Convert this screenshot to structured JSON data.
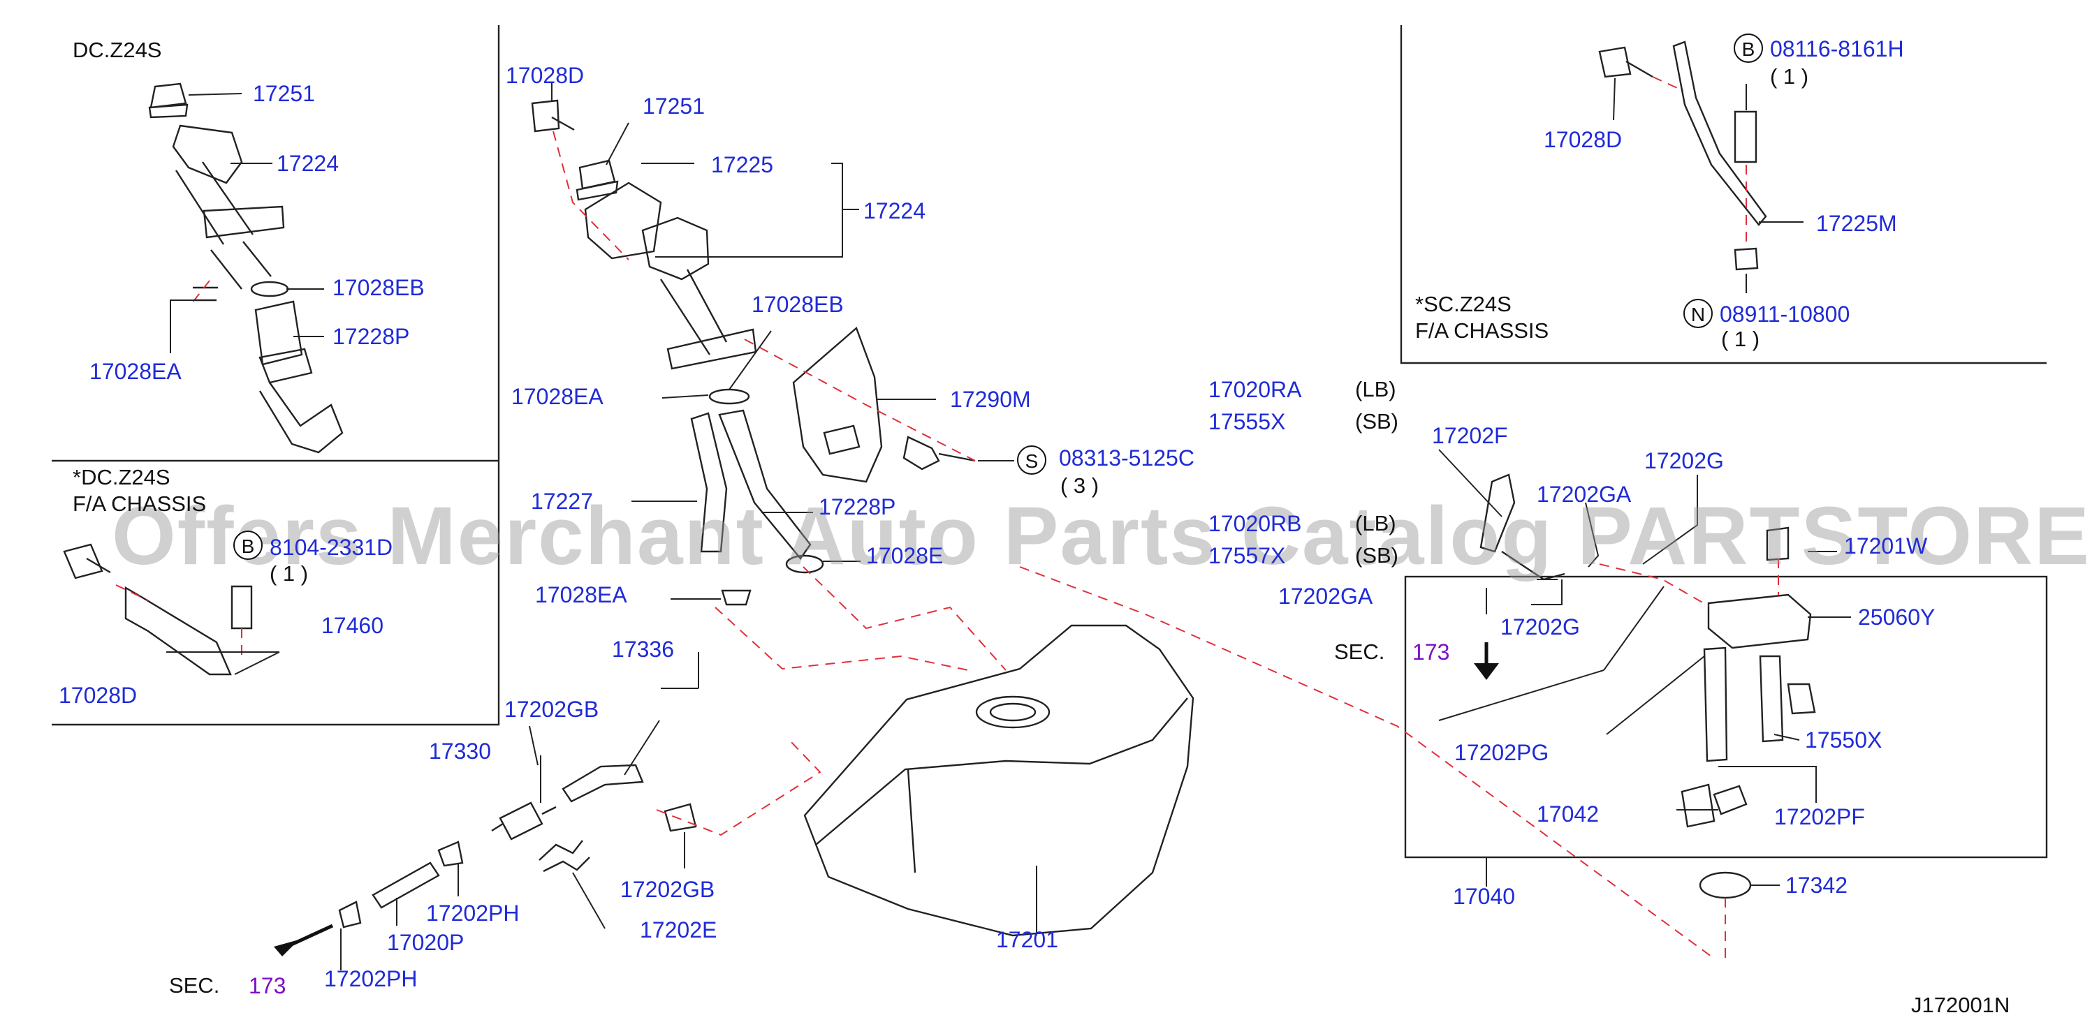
{
  "colors": {
    "part_number": "#1f2bd6",
    "callout_text": "#111111",
    "section_ref": "#7a10c8",
    "dashed_lines": "#e0303a"
  },
  "watermark": "Offers Merchant Auto Parts Catalog PARTSTORE.SA",
  "diagram_id": "J172001N",
  "panels": {
    "dc_top": {
      "title": "DC.Z24S"
    },
    "dc_chassis": {
      "title_1": "*DC.Z24S",
      "title_2": "F/A   CHASSIS"
    },
    "sc_chassis": {
      "title_1": "*SC.Z24S",
      "title_2": "F/A   CHASSIS"
    }
  },
  "labels": {
    "p17251_a": "17251",
    "p17224_a": "17224",
    "p17028EB_a": "17028EB",
    "p17228P_a": "17228P",
    "p17028EA_a": "17028EA",
    "p17028D_a": "17028D",
    "p17251_b": "17251",
    "p17225": "17225",
    "p17224_b": "17224",
    "p17028EB_b": "17028EB",
    "p17290M": "17290M",
    "p17028EA_b": "17028EA",
    "p08313": "08313-5125C",
    "p08313_qty": "( 3 )",
    "p17227": "17227",
    "p17228P_b": "17228P",
    "p17028E": "17028E",
    "p17028EA_c": "17028EA",
    "p08116_c": "8104-2331D",
    "p08116_c_qty": "( 1 )",
    "p17460": "17460",
    "p17028D_c": "17028D",
    "p17336": "17336",
    "p17202GB_a": "17202GB",
    "p17330": "17330",
    "p17202PH_a": "17202PH",
    "p17020P": "17020P",
    "p17202PH_b": "17202PH",
    "p17202GB_b": "17202GB",
    "p17202E": "17202E",
    "p17201": "17201",
    "sec_a_text": "SEC.",
    "sec_a_num": "173",
    "p17028D_b": "17028D",
    "p08116": "08116-8161H",
    "p08116_qty": "( 1 )",
    "p17225M": "17225M",
    "p08911": "08911-10800",
    "p08911_qty": "( 1 )",
    "p17020RA": "17020RA",
    "lb": "(LB)",
    "p17555X": "17555X",
    "sb": "(SB)",
    "p17202F": "17202F",
    "p17020RB": "17020RB",
    "lb2": "(LB)",
    "p17557X": "17557X",
    "sb2": "(SB)",
    "p17202GA_a": "17202GA",
    "p17202G_a": "17202G",
    "p17202GA_b": "17202GA",
    "p17202G_b": "17202G",
    "p17201W": "17201W",
    "p25060Y": "25060Y",
    "sec_b_text": "SEC.",
    "sec_b_num": "173",
    "p17202PG": "17202PG",
    "p17550X": "17550X",
    "p17042": "17042",
    "p17202PF": "17202PF",
    "p17040": "17040",
    "p17342": "17342"
  },
  "circle_codes": {
    "b1": "B",
    "b2": "B",
    "s": "S",
    "n": "N"
  }
}
